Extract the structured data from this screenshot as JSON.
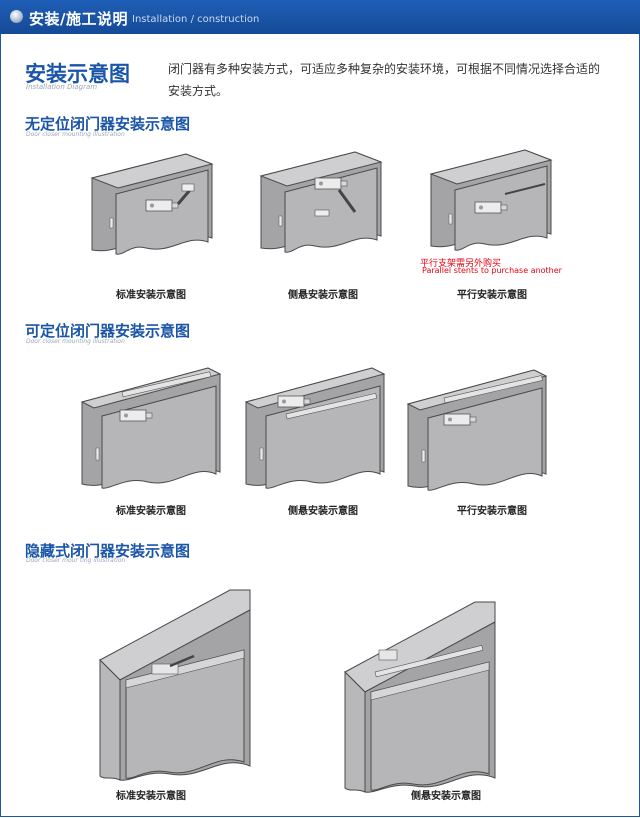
{
  "header": {
    "title": "安装/施工说明",
    "subtitle": "Installation / construction"
  },
  "diagram": {
    "title": "安装示意图",
    "subtitle": "Installation Diagram",
    "intro": "闭门器有多种安装方式，可适应多种复杂的安装环境，可根据不同情况选择合适的安装方式。"
  },
  "sections": [
    {
      "title": "无定位闭门器安装示意图",
      "subtitle": "Door closer mounting illustration",
      "captions": [
        "标准安装示意图",
        "侧悬安装示意图",
        "平行安装示意图"
      ],
      "note_cn": "平行支架需另外购买",
      "note_en": "Parallel stents to purchase another"
    },
    {
      "title": "可定位闭门器安装示意图",
      "subtitle": "Door closer mounting illustration",
      "captions": [
        "标准安装示意图",
        "侧悬安装示意图",
        "平行安装示意图"
      ]
    },
    {
      "title": "隐藏式闭门器安装示意图",
      "subtitle": "Door closer mour ting illustration",
      "captions": [
        "标准安装示意图",
        "侧悬安装示意图"
      ]
    }
  ],
  "colors": {
    "header": "#1a56aa",
    "title": "#1a55a8",
    "note": "#e60012",
    "door": "#a5a5a8"
  }
}
